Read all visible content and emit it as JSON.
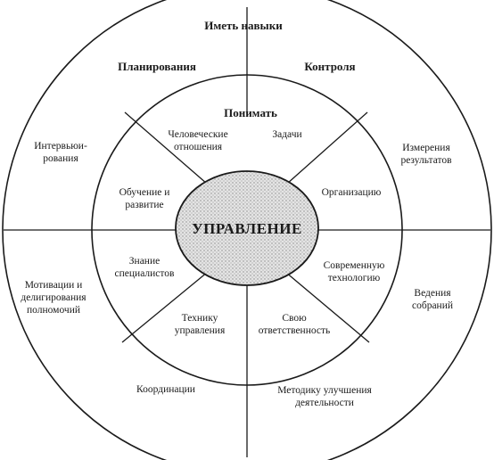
{
  "center": {
    "label": "УПРАВЛЕНИЕ"
  },
  "outer_ring": {
    "header": "Иметь навыки",
    "items": [
      {
        "id": "planning",
        "label": "Планирования"
      },
      {
        "id": "control",
        "label": "Контроля"
      },
      {
        "id": "interviewing",
        "lines": [
          "Интервьюи-",
          "рования"
        ]
      },
      {
        "id": "measuring",
        "lines": [
          "Измерения",
          "результатов"
        ]
      },
      {
        "id": "motivation",
        "lines": [
          "Мотивации и",
          "делигирования",
          "полномочий"
        ]
      },
      {
        "id": "meetings",
        "lines": [
          "Ведения",
          "собраний"
        ]
      },
      {
        "id": "coordination",
        "lines": [
          "Координации"
        ]
      },
      {
        "id": "methods",
        "lines": [
          "Методику улучшения",
          "деятельности"
        ]
      }
    ]
  },
  "inner_ring": {
    "header": "Понимать",
    "items": [
      {
        "id": "human-relations",
        "lines": [
          "Человеческие",
          "отношения"
        ]
      },
      {
        "id": "tasks",
        "lines": [
          "Задачи"
        ]
      },
      {
        "id": "training",
        "lines": [
          "Обучение и",
          "развитие"
        ]
      },
      {
        "id": "organization",
        "lines": [
          "Организацию"
        ]
      },
      {
        "id": "specialist-knowledge",
        "lines": [
          "Знание",
          "специалистов"
        ]
      },
      {
        "id": "modern-technology",
        "lines": [
          "Современную",
          "технологию"
        ]
      },
      {
        "id": "management-technique",
        "lines": [
          "Технику",
          "управления"
        ]
      },
      {
        "id": "responsibility",
        "lines": [
          "Свою",
          "ответственность"
        ]
      }
    ]
  }
}
